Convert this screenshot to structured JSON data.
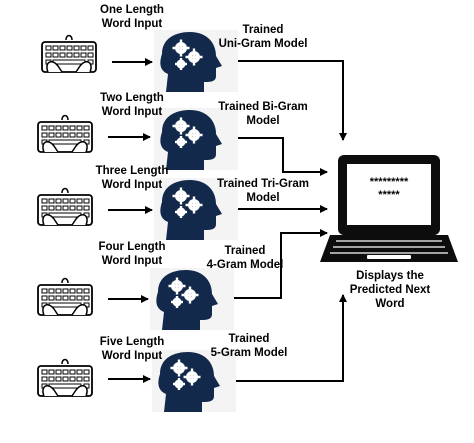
{
  "inputs": [
    {
      "line1": "One Length",
      "line2": "Word Input"
    },
    {
      "line1": "Two Length",
      "line2": "Word Input"
    },
    {
      "line1": "Three Length",
      "line2": "Word Input"
    },
    {
      "line1": "Four Length",
      "line2": "Word Input"
    },
    {
      "line1": "Five Length",
      "line2": "Word Input"
    }
  ],
  "models": [
    {
      "line1": "Trained",
      "line2": "Uni-Gram Model"
    },
    {
      "line1": "Trained Bi-Gram",
      "line2": "Model"
    },
    {
      "line1": "Trained Tri-Gram",
      "line2": "Model"
    },
    {
      "line1": "Trained",
      "line2": "4-Gram Model"
    },
    {
      "line1": "Trained",
      "line2": "5-Gram Model"
    }
  ],
  "output": {
    "screen_line1": "*********",
    "screen_line2": "*****",
    "label_line1": "Displays the",
    "label_line2": "Predicted Next",
    "label_line3": "Word"
  },
  "icons": {
    "keyboard": "keyboard-icon",
    "brain": "brain-gears-icon",
    "laptop": "laptop-icon"
  }
}
